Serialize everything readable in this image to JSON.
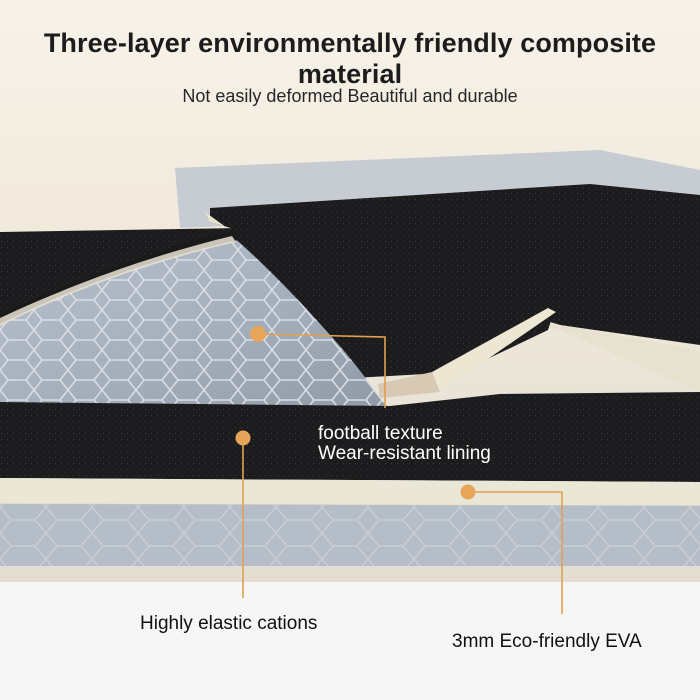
{
  "header": {
    "title": "Three-layer environmentally friendly composite material",
    "subtitle": "Not easily deformed Beautiful and durable"
  },
  "callouts": {
    "texture_line1": "football texture",
    "texture_line2": "Wear-resistant lining",
    "elastic": "Highly elastic cations",
    "eva": "3mm Eco-friendly EVA"
  },
  "colors": {
    "accent": "#e0a050",
    "fabric_black": "#1b1b1d",
    "eva_cream": "#ece8d8",
    "lining_gray": "#a9b3c0"
  }
}
